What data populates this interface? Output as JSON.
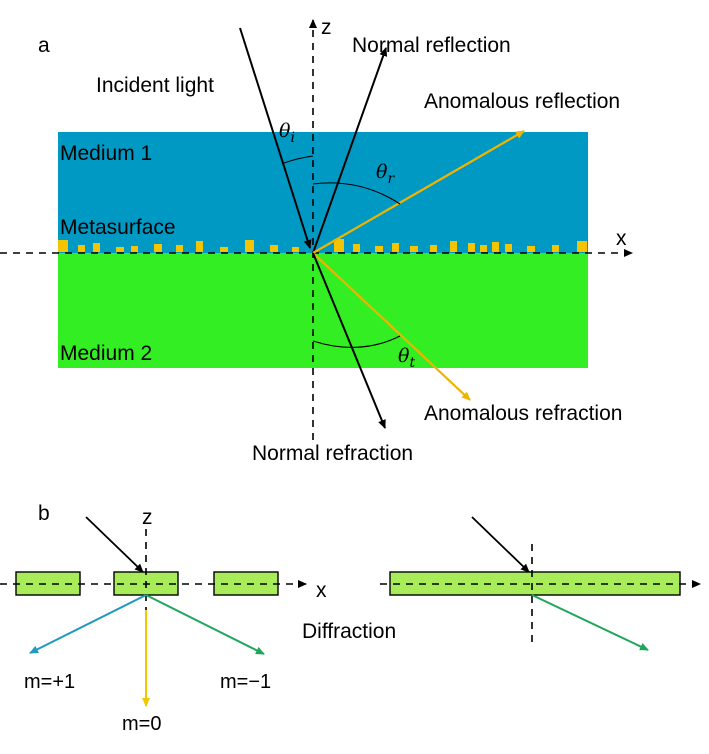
{
  "colors": {
    "medium1": "#0099c4",
    "medium2": "#33ee22",
    "metasurface": "#f5c400",
    "anomalous_ray": "#f0b400",
    "grating_fill": "#a8ec5a",
    "order_plus1": "#1f9ac0",
    "order_minus1": "#1fa65a",
    "order_zero": "#f0c800",
    "ray": "#000000"
  },
  "panel_a": {
    "label": "a",
    "axis_z": "z",
    "axis_x": "x",
    "medium1": "Medium 1",
    "medium2": "Medium 2",
    "metasurface": "Metasurface",
    "incident": "Incident light",
    "normal_reflection": "Normal reflection",
    "anomalous_reflection": "Anomalous reflection",
    "anomalous_refraction": "Anomalous refraction",
    "normal_refraction": "Normal refraction",
    "theta_i": {
      "symbol": "θ",
      "sub": "i"
    },
    "theta_r": {
      "symbol": "θ",
      "sub": "r"
    },
    "theta_t": {
      "symbol": "θ",
      "sub": "t"
    }
  },
  "panel_b": {
    "label": "b",
    "axis_z": "z",
    "axis_x": "x",
    "diffraction": "Diffraction",
    "m_plus1": "m=+1",
    "m_minus1": "m=−1",
    "m_zero": "m=0"
  }
}
